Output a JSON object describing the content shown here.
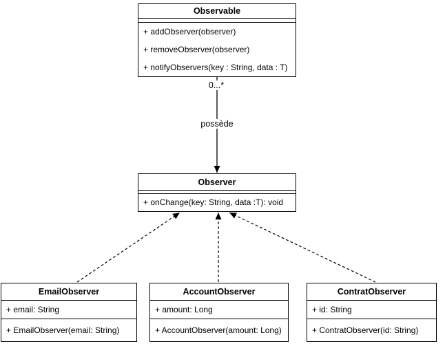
{
  "diagram": {
    "colors": {
      "background": "#ffffff",
      "shape_fill": "#ffffff",
      "stroke": "#000000",
      "text": "#000000"
    },
    "classes": {
      "observable": {
        "name": "Observable",
        "attributes": [],
        "methods": [
          "+ addObserver(observer)",
          "+ removeObserver(observer)",
          "+ notifyObservers(key : String, data : T)"
        ]
      },
      "observer": {
        "name": "Observer",
        "attributes": [],
        "methods": [
          "+ onChange(key: String, data :T): void"
        ]
      },
      "email_observer": {
        "name": "EmailObserver",
        "attributes": [
          "+ email: String"
        ],
        "methods": [
          "+ EmailObserver(email: String)"
        ]
      },
      "account_observer": {
        "name": "AccountObserver",
        "attributes": [
          "+ amount: Long"
        ],
        "methods": [
          "+ AccountObserver(amount: Long)"
        ]
      },
      "contrat_observer": {
        "name": "ContratObserver",
        "attributes": [
          "+ id: String"
        ],
        "methods": [
          "+ ContratObserver(id: String)"
        ]
      }
    },
    "relations": {
      "association": {
        "from": "Observable",
        "to": "Observer",
        "multiplicity": "0...*",
        "label": "possède",
        "line_style": "solid",
        "arrowhead": "filled"
      },
      "email_to_observer": {
        "from": "EmailObserver",
        "to": "Observer",
        "line_style": "dashed",
        "arrowhead": "filled"
      },
      "account_to_observer": {
        "from": "AccountObserver",
        "to": "Observer",
        "line_style": "dashed",
        "arrowhead": "filled"
      },
      "contrat_to_observer": {
        "from": "ContratObserver",
        "to": "Observer",
        "line_style": "dashed",
        "arrowhead": "filled"
      }
    }
  }
}
